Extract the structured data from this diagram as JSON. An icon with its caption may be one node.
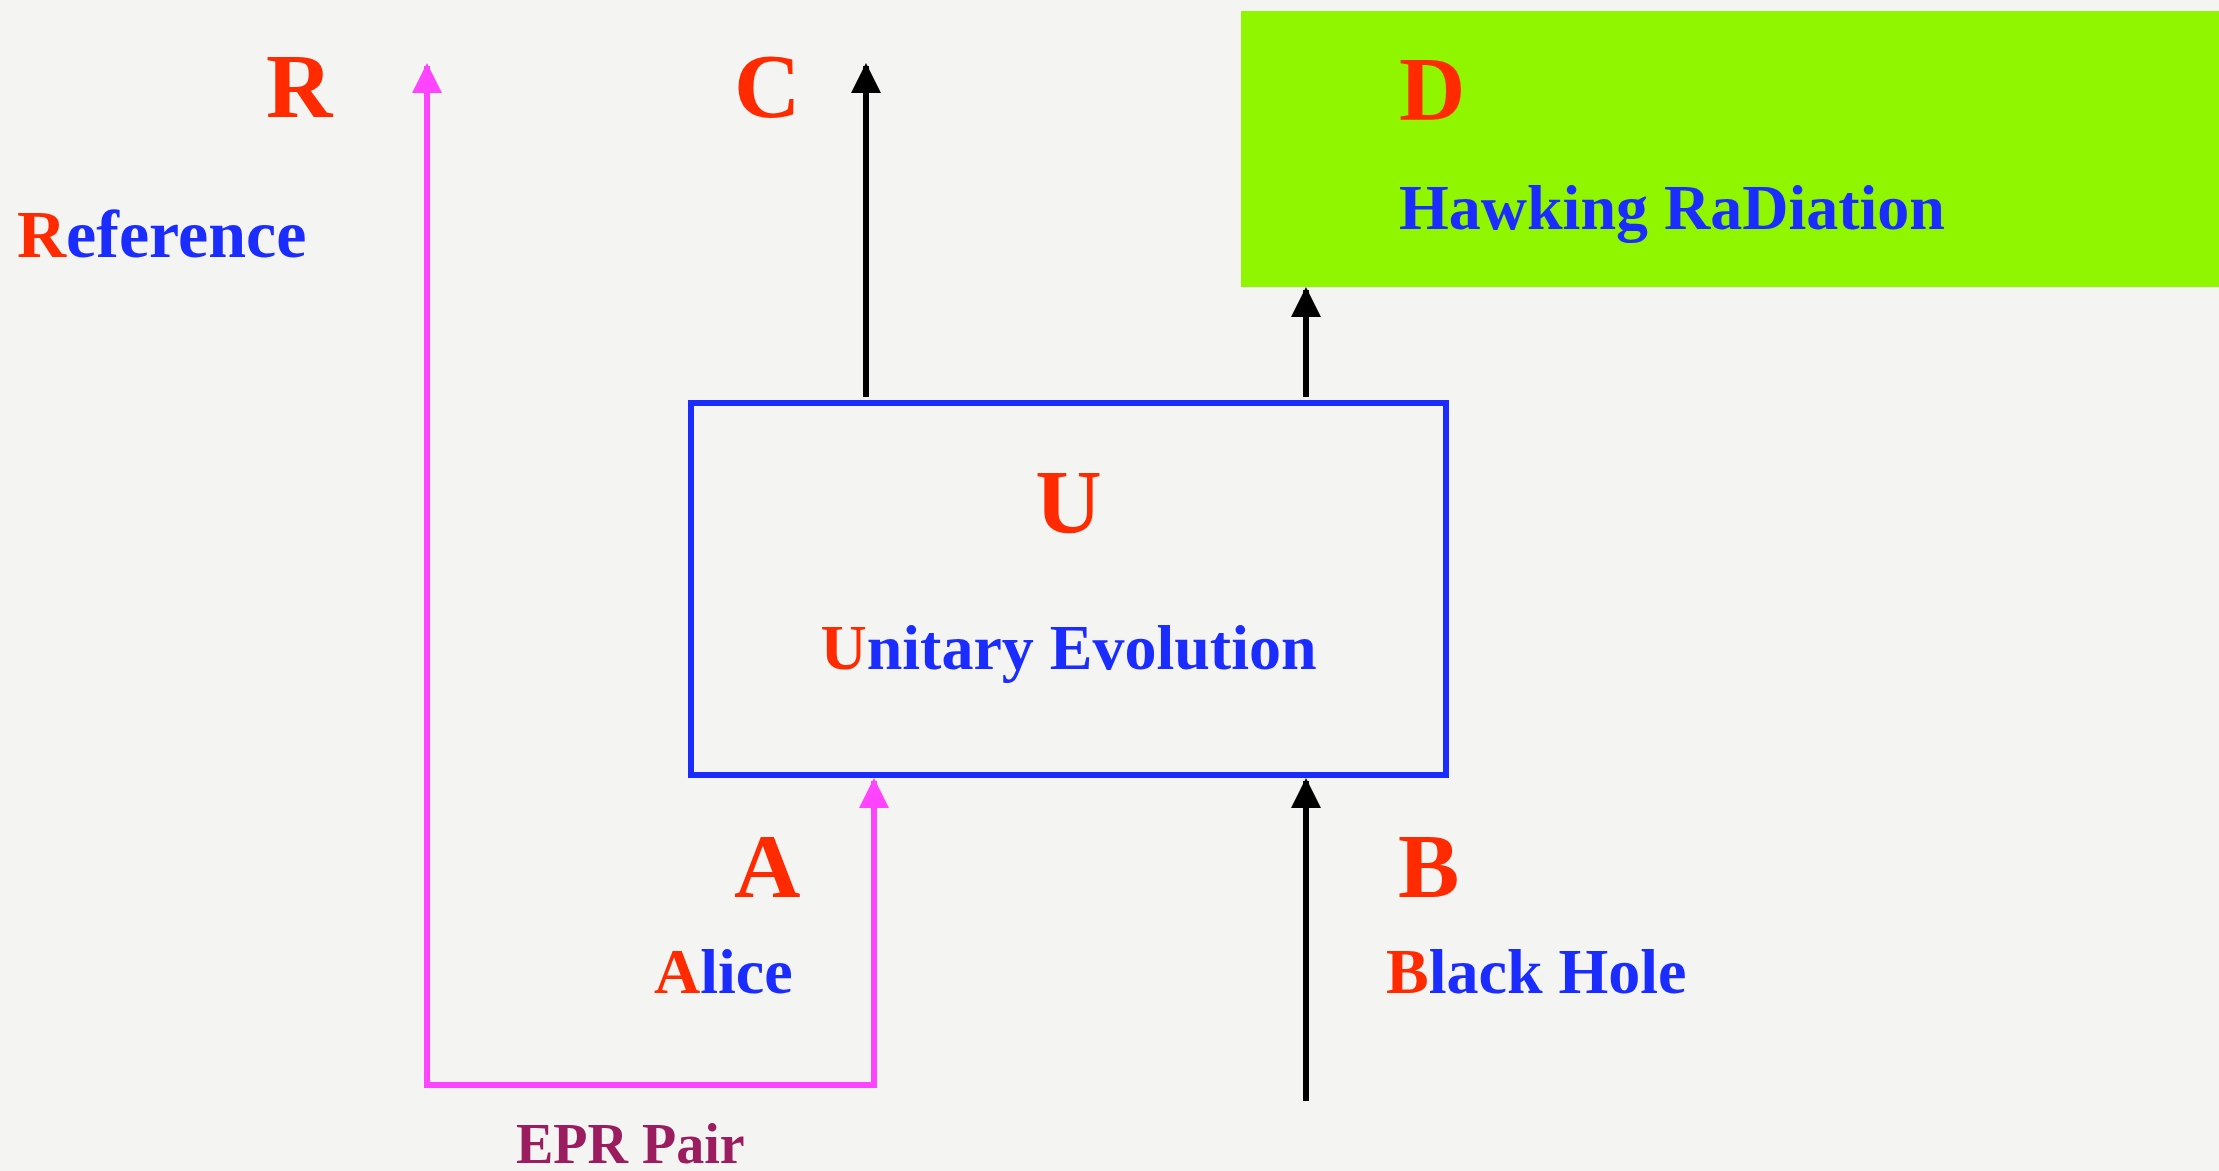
{
  "diagram": {
    "nodes": [
      {
        "text": [
          "D",
          "Hawking RaDiation"
        ]
      },
      {
        "text": [
          "U",
          "Unitary Evolution"
        ]
      }
    ],
    "edges": [
      {
        "from": null,
        "to": 1,
        "arrow": "both",
        "label": "EPR Pair",
        "color": "#ff44ff"
      },
      {
        "from": 1,
        "to": null,
        "arrow": "to"
      },
      {
        "from": 1,
        "to": 0,
        "arrow": "to"
      },
      {
        "from": null,
        "to": 1,
        "arrow": "to"
      }
    ],
    "labels": [
      "R",
      "Reference",
      "C",
      "A",
      "Alice",
      "B",
      "Black Hole"
    ]
  }
}
